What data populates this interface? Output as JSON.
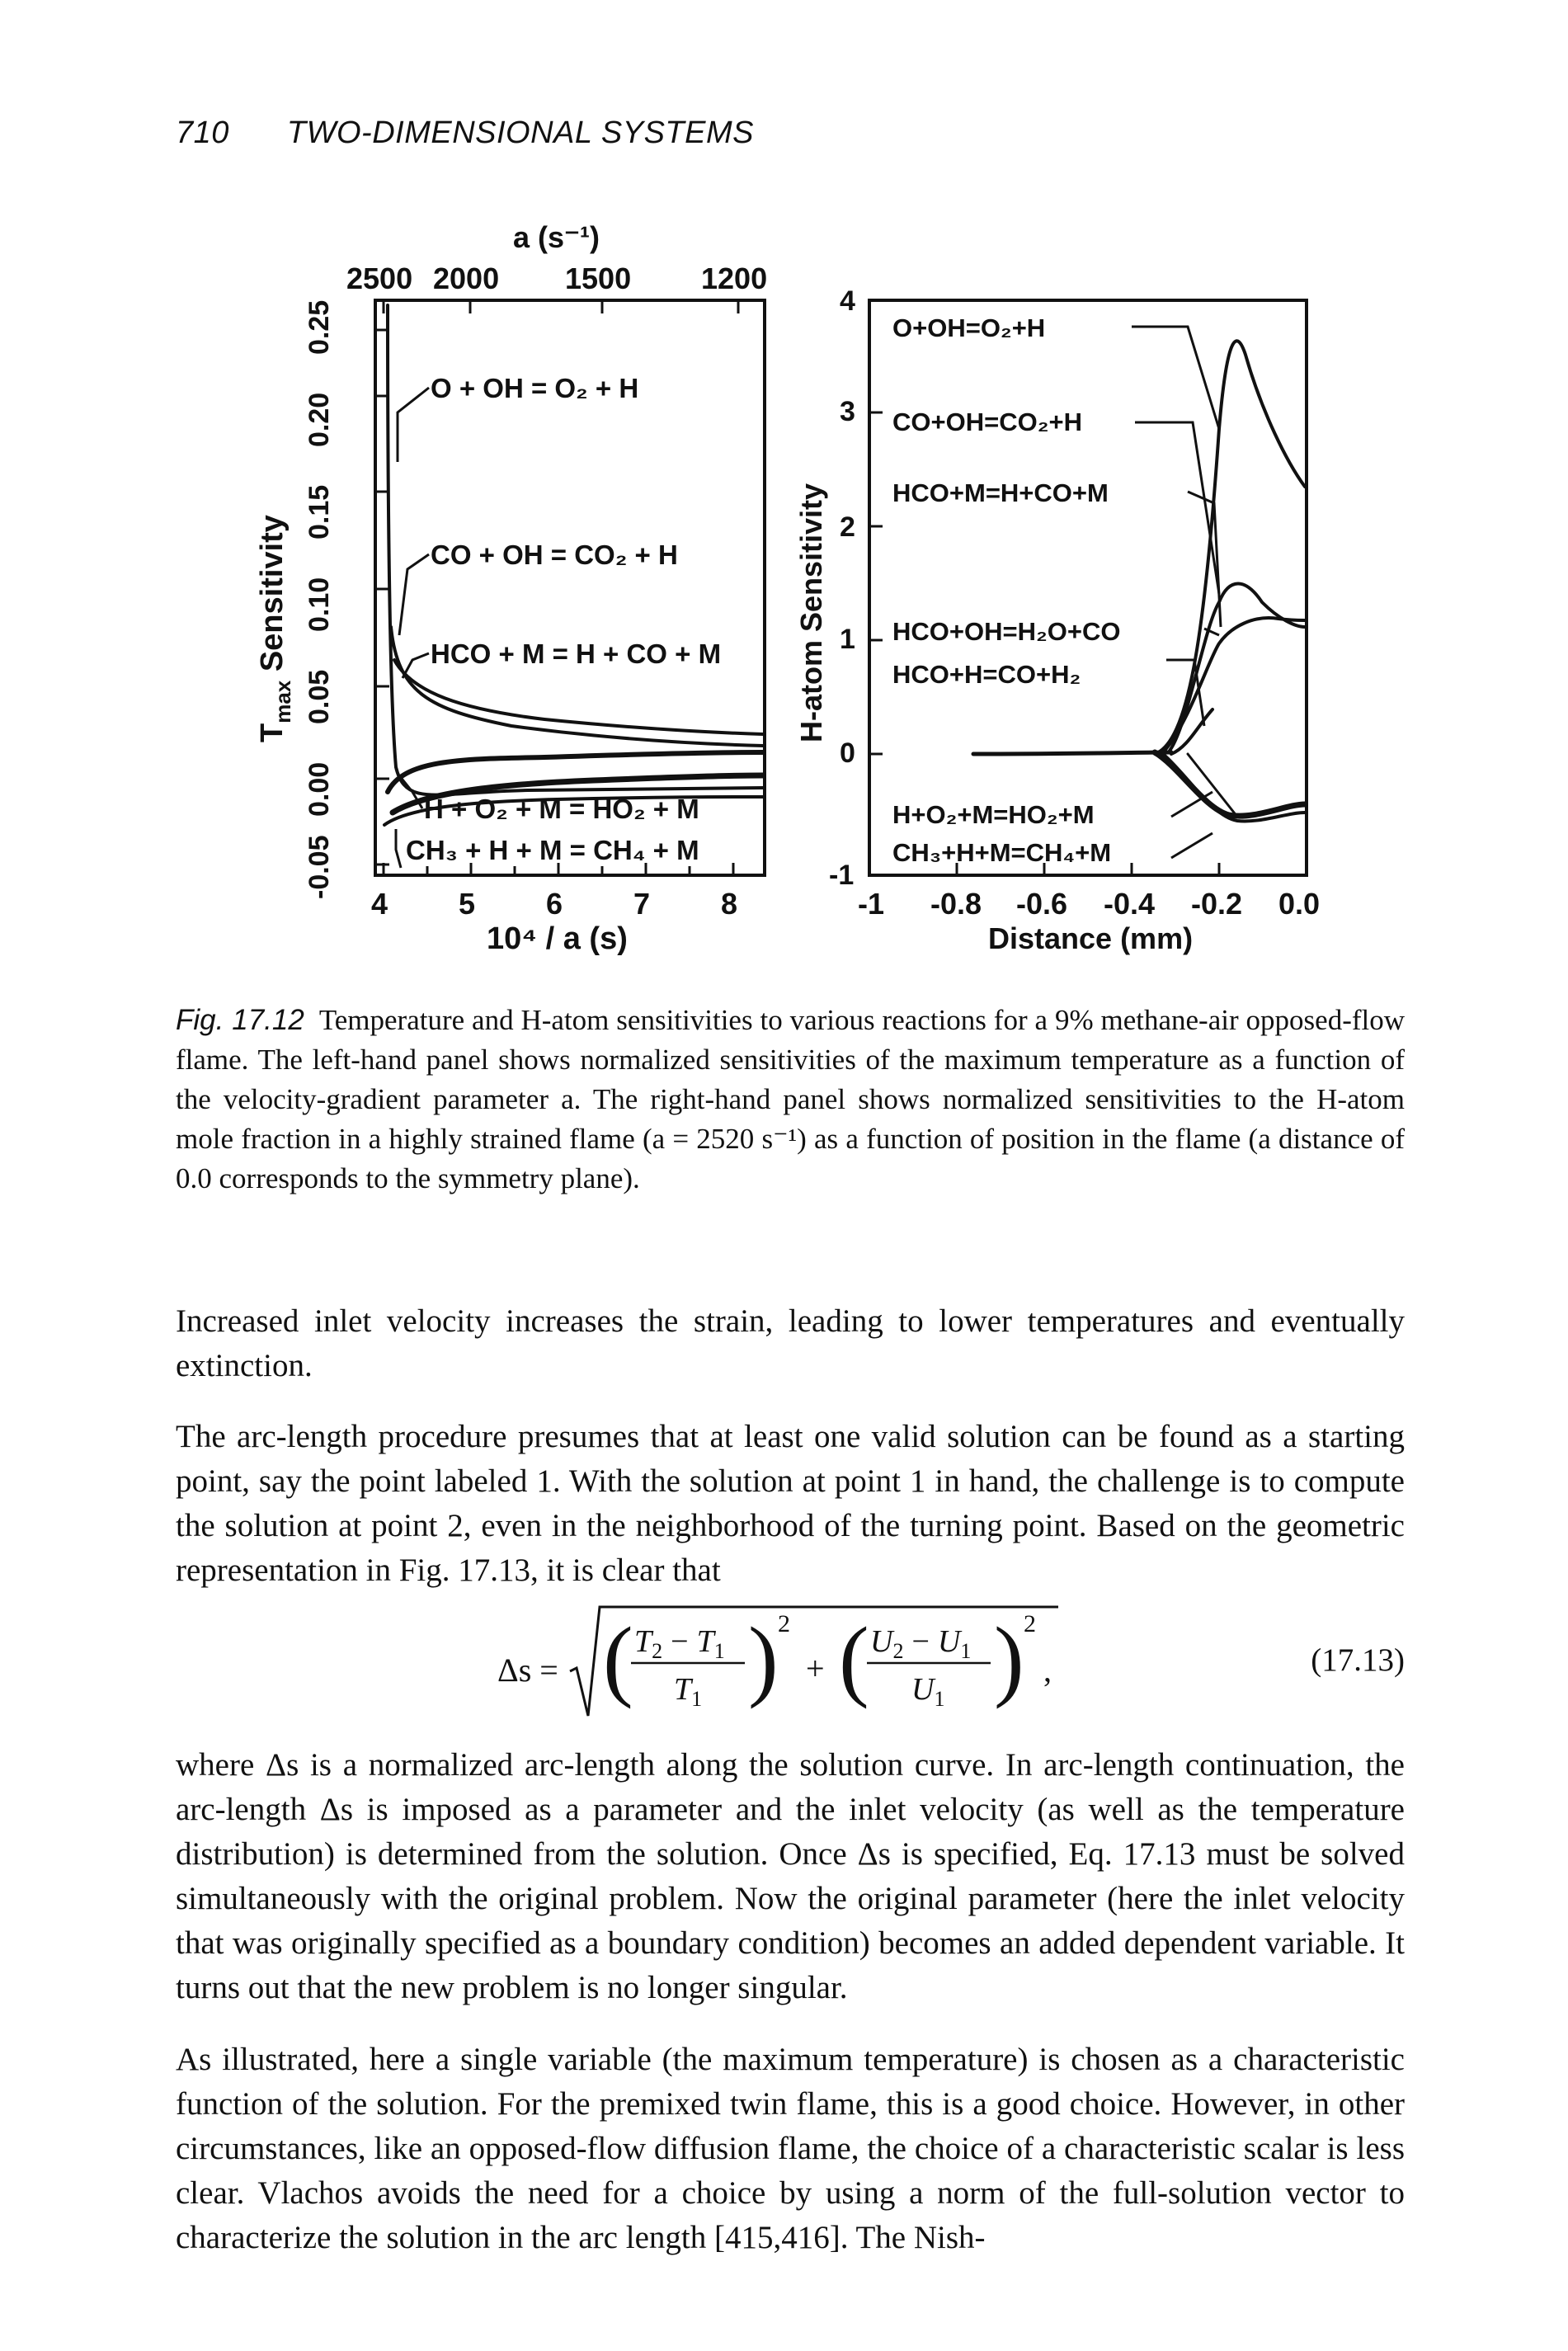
{
  "header": {
    "page_number": "710",
    "running_title": "TWO-DIMENSIONAL SYSTEMS"
  },
  "figure": {
    "left_panel": {
      "top_axis_title": "a (s⁻¹)",
      "top_ticks": [
        "2500",
        "2000",
        "1500",
        "1200"
      ],
      "y_label": "T",
      "y_label_sub": "max",
      "y_label_rest": " Sensitivity",
      "y_ticks": [
        "-0.05",
        "0.00",
        "0.05",
        "0.10",
        "0.15",
        "0.20",
        "0.25"
      ],
      "x_ticks": [
        "4",
        "5",
        "6",
        "7",
        "8"
      ],
      "x_label": "10⁴ / a (s)",
      "annotations": [
        "O + OH = O₂ + H",
        "CO + OH = CO₂ + H",
        "HCO + M = H + CO + M",
        "H + O₂ + M = HO₂ + M",
        "CH₃ + H + M = CH₄ + M"
      ]
    },
    "right_panel": {
      "y_label": "H-atom Sensitivity",
      "y_ticks": [
        "4",
        "3",
        "2",
        "1",
        "0",
        "-1"
      ],
      "x_ticks": [
        "-1",
        "-0.8",
        "-0.6",
        "-0.4",
        "-0.2",
        "0.0"
      ],
      "x_label": "Distance (mm)",
      "annotations": [
        "O+OH=O₂+H",
        "CO+OH=CO₂+H",
        "HCO+M=H+CO+M",
        "HCO+OH=H₂O+CO",
        "HCO+H=CO+H₂",
        "H+O₂+M=HO₂+M",
        "CH₃+H+M=CH₄+M"
      ]
    }
  },
  "caption": {
    "label": "Fig. 17.12",
    "text": "Temperature and H-atom sensitivities to various reactions for a 9% methane-air opposed-flow flame. The left-hand panel shows normalized sensitivities of the maximum temperature as a function of the velocity-gradient parameter a. The right-hand panel shows normalized sensitivities to the H-atom mole fraction in a highly strained flame (a = 2520 s⁻¹) as a function of position in the flame (a distance of 0.0 corresponds to the symmetry plane)."
  },
  "paragraphs": [
    "Increased inlet velocity increases the strain, leading to lower temperatures and eventually extinction.",
    "The arc-length procedure presumes that at least one valid solution can be found as a starting point, say the point labeled 1. With the solution at point 1 in hand, the challenge is to compute the solution at point 2, even in the neighborhood of the turning point. Based on the geometric representation in Fig. 17.13, it is clear that",
    "where Δs is a normalized arc-length along the solution curve. In arc-length continuation, the arc-length Δs is imposed as a parameter and the inlet velocity (as well as the temperature distribution) is determined from the solution. Once Δs is specified, Eq. 17.13 must be solved simultaneously with the original problem. Now the original parameter (here the inlet velocity that was originally specified as a boundary condition) becomes an added dependent variable. It turns out that the new problem is no longer singular.",
    "As illustrated, here a single variable (the maximum temperature) is chosen as a characteristic function of the solution. For the premixed twin flame, this is a good choice. However, in other circumstances, like an opposed-flow diffusion flame, the choice of a characteristic scalar is less clear. Vlachos avoids the need for a choice by using a norm of the full-solution vector to characterize the solution in the arc length [415,416]. The Nish-"
  ],
  "equation": {
    "lhs": "Δs =",
    "t2": "T",
    "t2_sub": "2",
    "minus": "−",
    "t1": "T",
    "t1_sub": "1",
    "u2": "U",
    "u2_sub": "2",
    "u1": "U",
    "u1_sub": "1",
    "power": "2",
    "plus": "+",
    "comma": ",",
    "number": "(17.13)"
  }
}
